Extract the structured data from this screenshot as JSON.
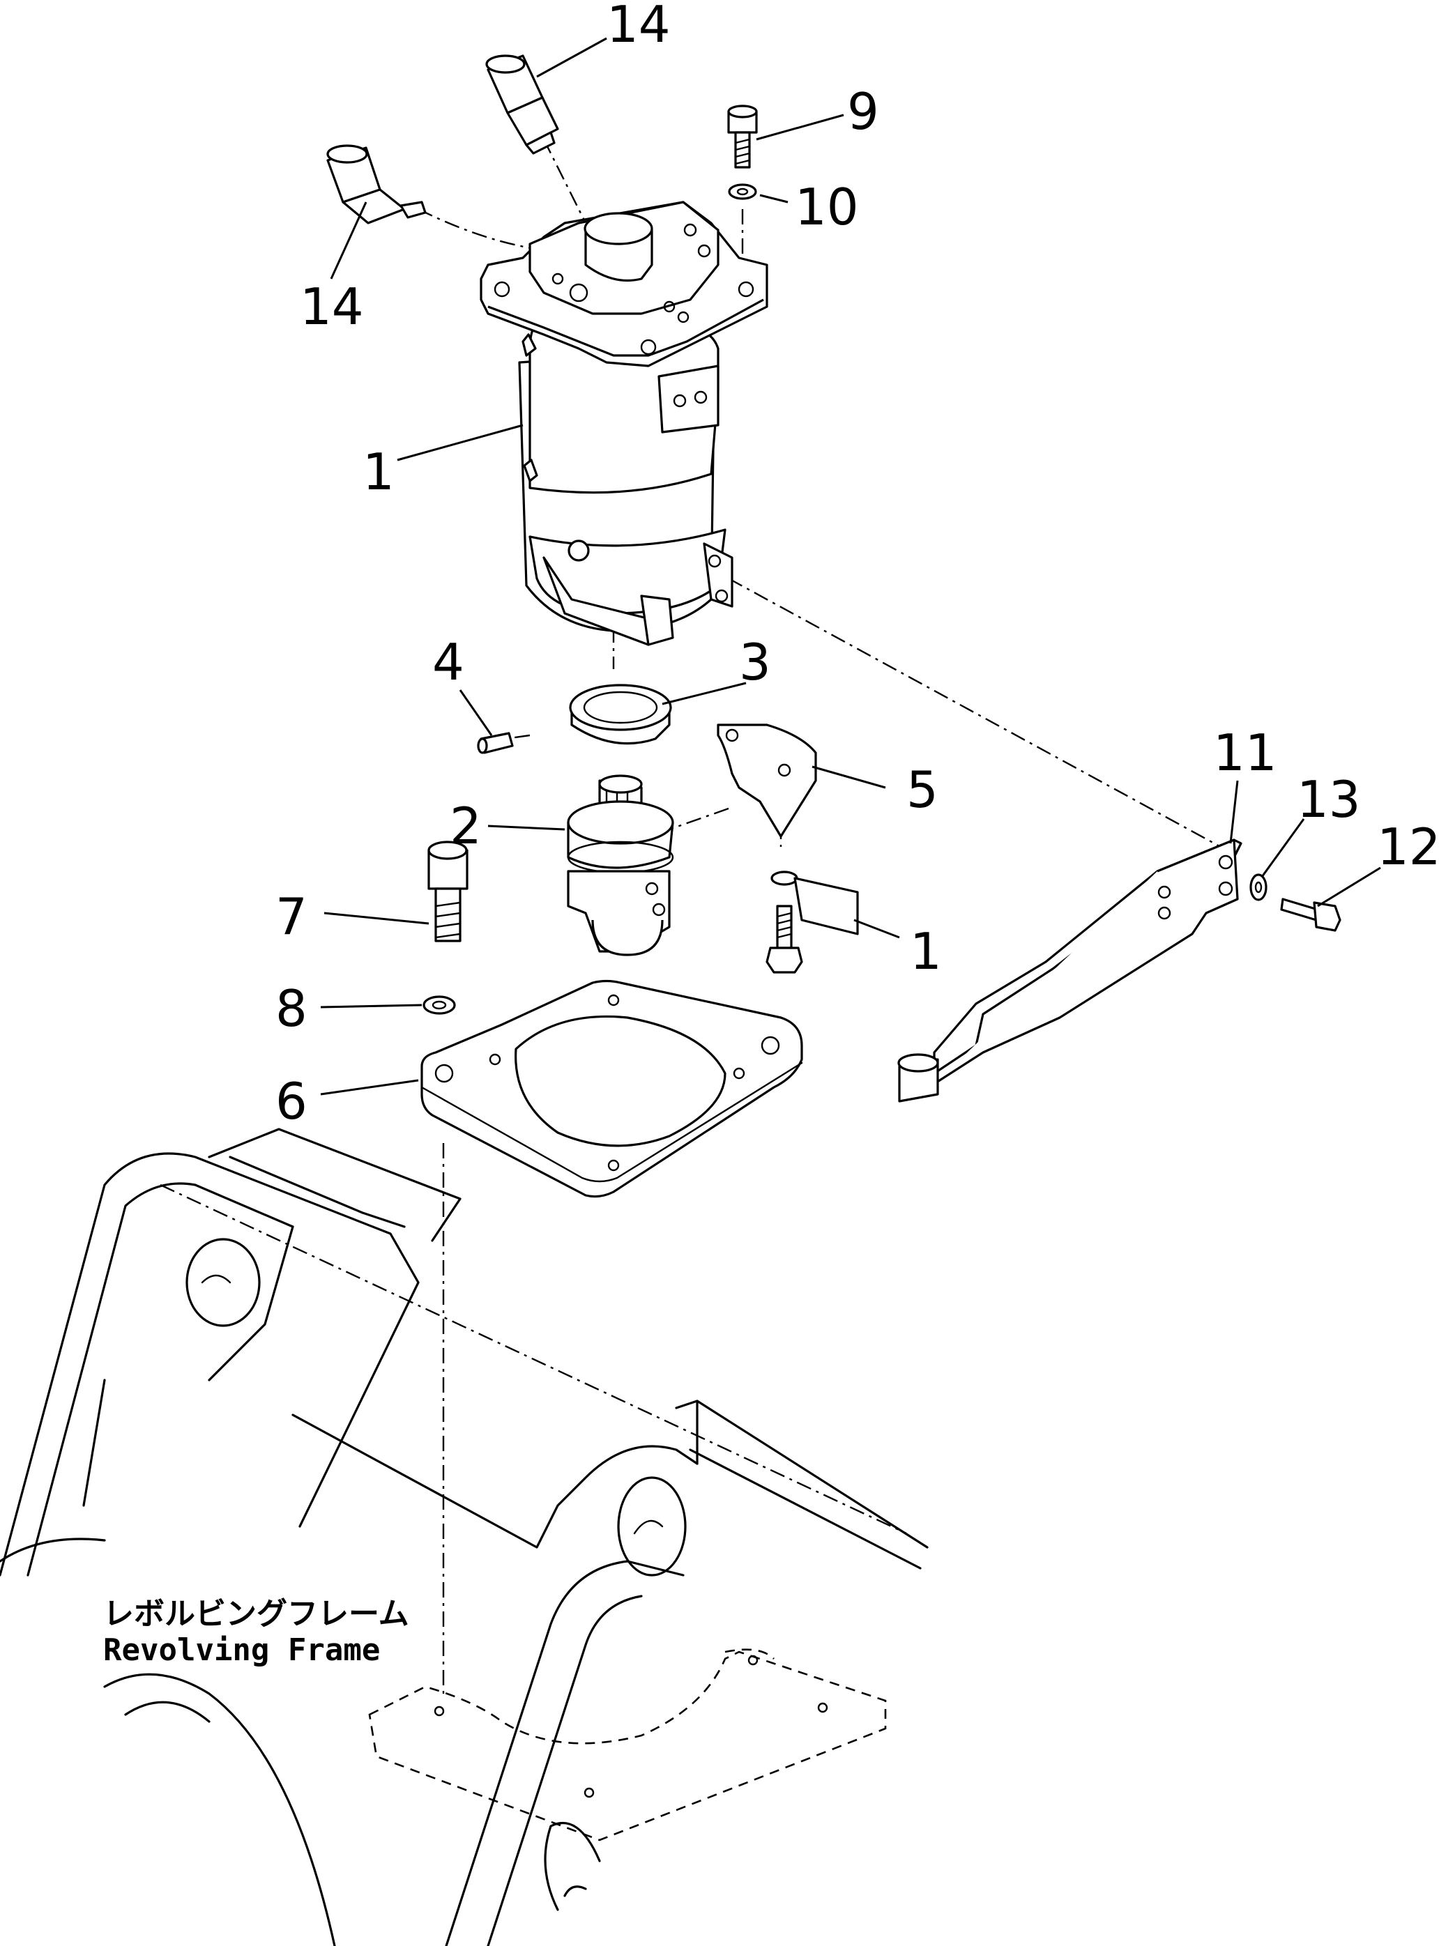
{
  "callouts": {
    "c14a": "14",
    "c14b": "14",
    "c9": "9",
    "c10": "10",
    "c1a": "1",
    "c4": "4",
    "c3": "3",
    "c2": "2",
    "c5": "5",
    "c1b": "1",
    "c7": "7",
    "c8": "8",
    "c6": "6",
    "c11": "11",
    "c13": "13",
    "c12": "12"
  },
  "frame_label": {
    "jp": "レボルビングフレーム",
    "en": "Revolving Frame"
  }
}
